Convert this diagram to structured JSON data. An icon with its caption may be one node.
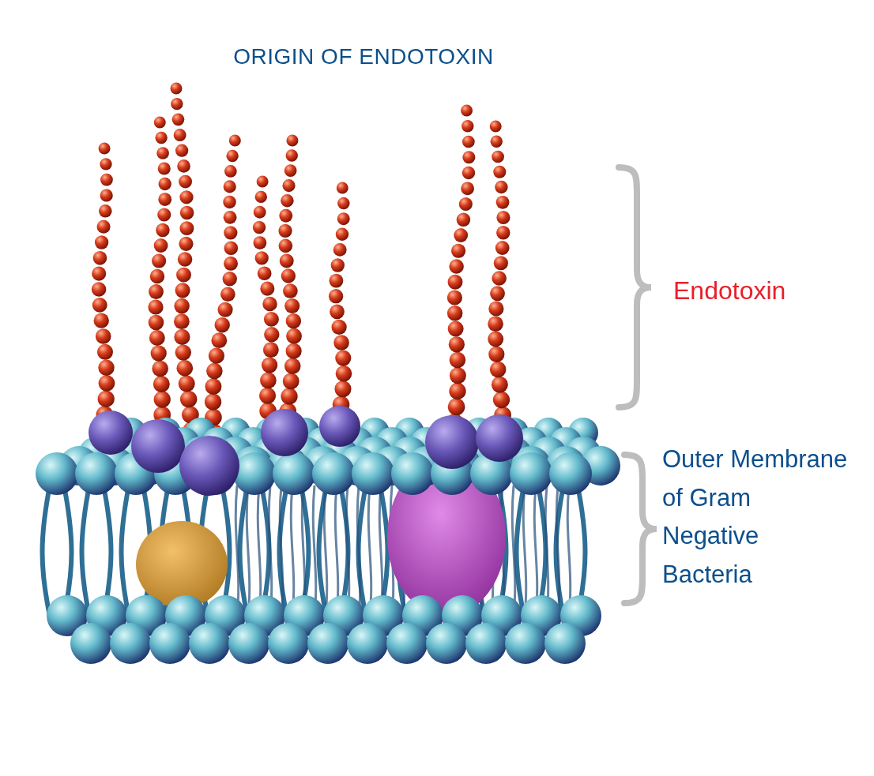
{
  "diagram": {
    "title": "ORIGIN OF ENDOTOXIN",
    "labels": [
      "Endotoxin",
      "Outer Membrane of Gram Negative Bacteria"
    ]
  }
}
